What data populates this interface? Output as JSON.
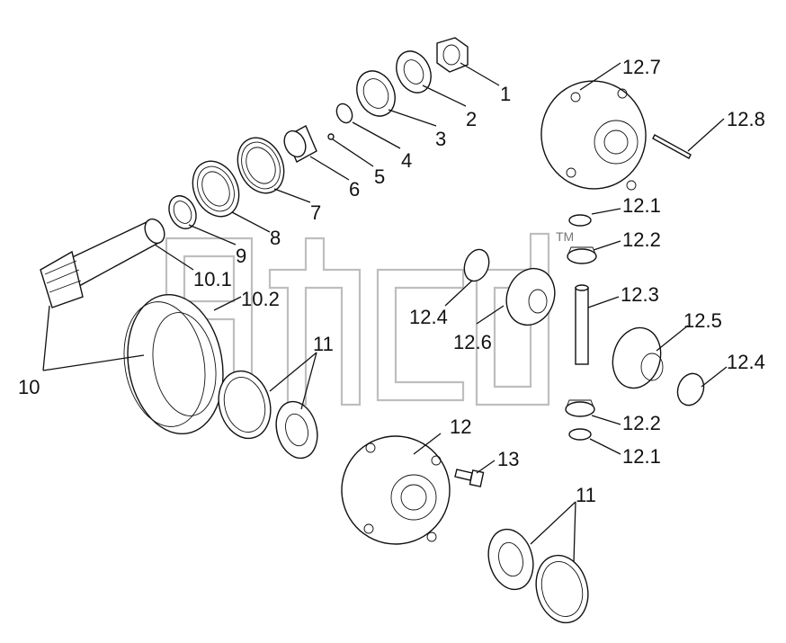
{
  "watermark": {
    "mark": "TM"
  },
  "labels": {
    "l1": "1",
    "l2": "2",
    "l3": "3",
    "l4": "4",
    "l5": "5",
    "l6": "6",
    "l7": "7",
    "l8": "8",
    "l9": "9",
    "l10": "10",
    "l10_1": "10.1",
    "l10_2": "10.2",
    "l11a": "11",
    "l11b": "11",
    "l12": "12",
    "l13": "13",
    "l12_1a": "12.1",
    "l12_1b": "12.1",
    "l12_2a": "12.2",
    "l12_2b": "12.2",
    "l12_3": "12.3",
    "l12_4a": "12.4",
    "l12_4b": "12.4",
    "l12_5": "12.5",
    "l12_6": "12.6",
    "l12_7": "12.7",
    "l12_8": "12.8"
  }
}
